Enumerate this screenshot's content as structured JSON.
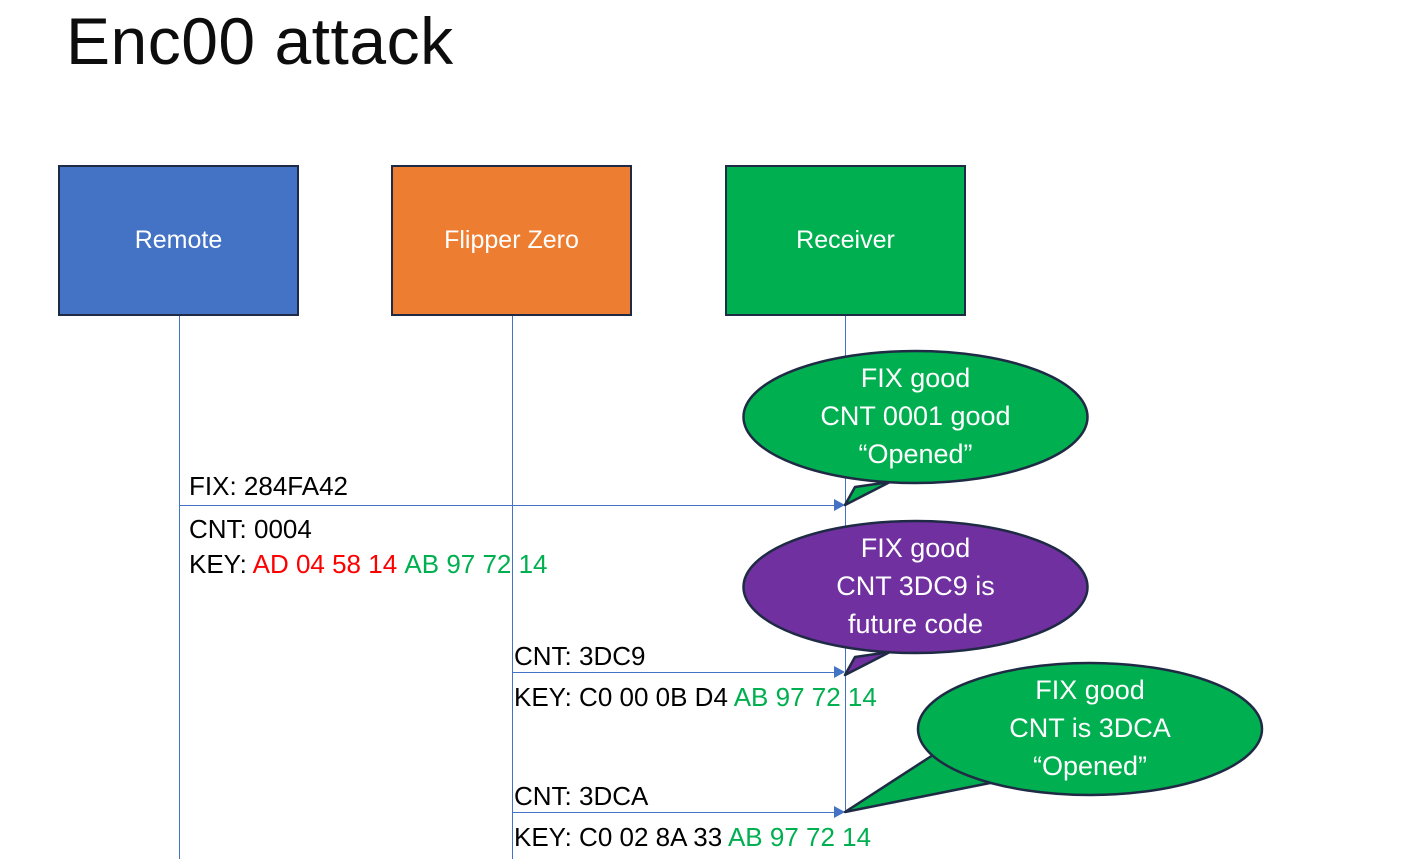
{
  "slide": {
    "title": "Enc00 attack",
    "background": "#FFFFFF"
  },
  "colors": {
    "remote_blue": "#4472C4",
    "flipper_orange": "#ED7D31",
    "receiver_green": "#00B050",
    "bubble_purple": "#7030A0",
    "hex_red": "#FF0000",
    "hex_green": "#00B050",
    "line_blue": "#4472C4",
    "outline_navy": "#1F2A44",
    "text_black": "#000000"
  },
  "actors": [
    {
      "label": "Remote",
      "color": "#4472C4"
    },
    {
      "label": "Flipper Zero",
      "color": "#ED7D31"
    },
    {
      "label": "Receiver",
      "color": "#00B050"
    }
  ],
  "messages": [
    {
      "from": "Remote",
      "to": "Receiver",
      "label_above": "FIX: 284FA42",
      "label_below_1": "CNT: 0004",
      "label_below_2_prefix": "KEY: ",
      "label_below_2_red": "AD 04 58 14",
      "label_below_2_green": "AB 97 72 14"
    },
    {
      "from": "Flipper Zero",
      "to": "Receiver",
      "label_above": "CNT: 3DC9",
      "label_below_prefix": "KEY: C0 00 0B D4 ",
      "label_below_green": "AB 97 72 14"
    },
    {
      "from": "Flipper Zero",
      "to": "Receiver",
      "label_above": "CNT: 3DCA",
      "label_below_prefix": "KEY: C0 02 8A 33 ",
      "label_below_green": "AB 97 72 14"
    }
  ],
  "bubbles": [
    {
      "id": "bubble-1",
      "color": "#00B050",
      "lines": [
        "FIX good",
        "CNT 0001 good",
        "“Opened”"
      ]
    },
    {
      "id": "bubble-2",
      "color": "#7030A0",
      "lines": [
        "FIX good",
        "CNT 3DC9 is",
        "future code"
      ]
    },
    {
      "id": "bubble-3",
      "color": "#00B050",
      "lines": [
        "FIX good",
        "CNT is 3DCA",
        "“Opened”"
      ]
    }
  ]
}
